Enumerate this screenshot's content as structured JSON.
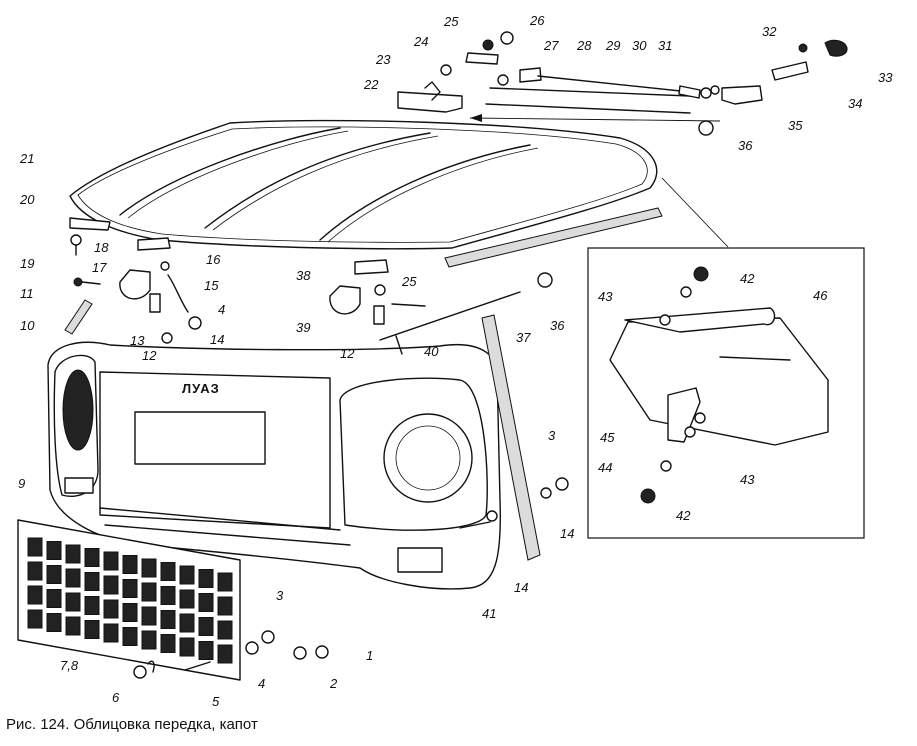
{
  "caption": "Рис. 124. Облицовка передка, капот",
  "brand": "ЛУАЗ",
  "callouts": [
    "1",
    "2",
    "3",
    "4",
    "5",
    "6",
    "7,8",
    "9",
    "10",
    "11",
    "12",
    "13",
    "14",
    "15",
    "16",
    "17",
    "18",
    "19",
    "20",
    "21",
    "22",
    "23",
    "24",
    "25",
    "26",
    "27",
    "28",
    "29",
    "30",
    "31",
    "32",
    "33",
    "34",
    "35",
    "36",
    "37",
    "38",
    "39",
    "40",
    "41",
    "42",
    "43",
    "44",
    "45",
    "46"
  ]
}
